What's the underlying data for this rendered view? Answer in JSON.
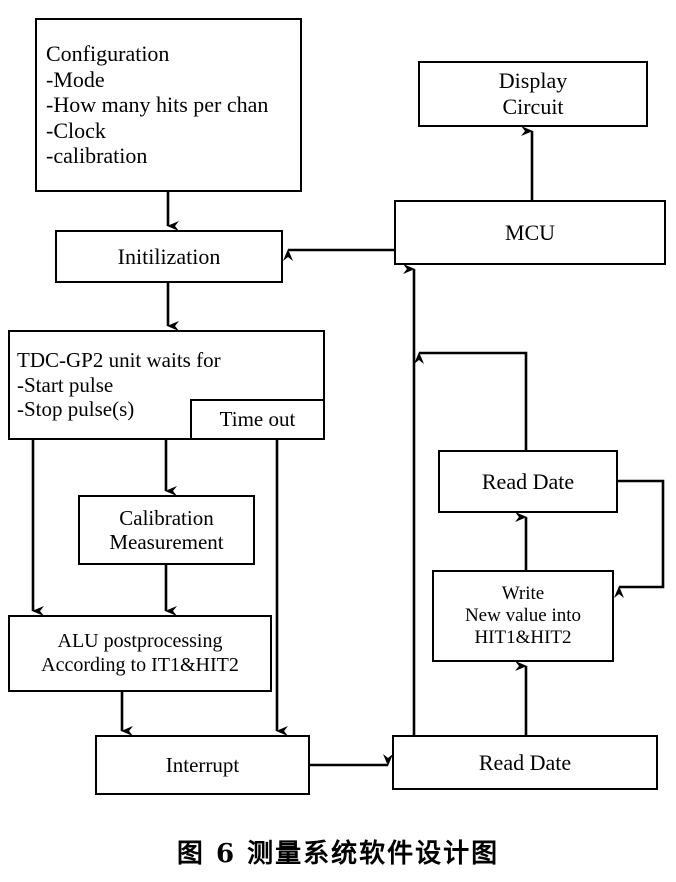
{
  "figure": {
    "caption": "图 6    测量系统软件设计图",
    "caption_number": "图 6",
    "caption_title": "测量系统软件设计图",
    "background_color": "#ffffff",
    "line_color": "#000000"
  },
  "nodes": {
    "configuration": {
      "title": "Configuration",
      "lines": [
        "Configuration",
        "-Mode",
        "-How many hits per chan",
        "-Clock",
        "-calibration"
      ]
    },
    "display_circuit": {
      "lines": [
        "Display",
        "Circuit"
      ]
    },
    "mcu": {
      "lines": [
        "MCU"
      ]
    },
    "initilization": {
      "lines": [
        "Initilization"
      ]
    },
    "tdc_gp2": {
      "lines": [
        "TDC-GP2 unit waits for",
        "-Start pulse",
        "-Stop pulse(s)"
      ]
    },
    "time_out": {
      "lines": [
        "Time out"
      ]
    },
    "read_date_top": {
      "lines": [
        "Read Date"
      ]
    },
    "calibration_measurement": {
      "lines": [
        "Calibration",
        "Measurement"
      ]
    },
    "write_hit": {
      "lines": [
        "Write",
        "New value into",
        "HIT1&HIT2"
      ]
    },
    "alu_postprocessing": {
      "lines": [
        "ALU postprocessing",
        "According to IT1&HIT2"
      ]
    },
    "interrupt": {
      "lines": [
        "Interrupt"
      ]
    },
    "read_date_bottom": {
      "lines": [
        "Read Date"
      ]
    }
  },
  "connectors": [
    {
      "id": "configuration-to-initilization",
      "from": "configuration",
      "to": "initilization",
      "style": "arrow-down"
    },
    {
      "id": "initilization-to-tdc",
      "from": "initilization",
      "to": "tdc_gp2",
      "style": "arrow-down"
    },
    {
      "id": "mcu-to-initilization",
      "from": "mcu",
      "to": "initilization",
      "style": "arrow-left"
    },
    {
      "id": "mcu-to-display",
      "from": "mcu",
      "to": "display_circuit",
      "style": "arrow-up"
    },
    {
      "id": "tdc-to-alu-left",
      "from": "tdc_gp2",
      "to": "alu_postprocessing",
      "style": "arrow-down"
    },
    {
      "id": "tdc-to-calibration",
      "from": "tdc_gp2",
      "to": "calibration_measurement",
      "style": "arrow-down"
    },
    {
      "id": "calibration-to-alu",
      "from": "calibration_measurement",
      "to": "alu_postprocessing",
      "style": "arrow-down"
    },
    {
      "id": "timeout-to-interrupt",
      "from": "time_out",
      "to": "interrupt",
      "style": "arrow-down"
    },
    {
      "id": "alu-to-interrupt",
      "from": "alu_postprocessing",
      "to": "interrupt",
      "style": "arrow-down"
    },
    {
      "id": "interrupt-to-read-date-bottom",
      "from": "interrupt",
      "to": "read_date_bottom",
      "style": "arrow-right"
    },
    {
      "id": "read-date-bottom-to-mcu",
      "from": "read_date_bottom",
      "to": "mcu",
      "style": "arrow-up"
    },
    {
      "id": "read-date-bottom-to-write",
      "from": "read_date_bottom",
      "to": "write_hit",
      "style": "arrow-up"
    },
    {
      "id": "write-to-read-date-top",
      "from": "write_hit",
      "to": "read_date_top",
      "style": "arrow-up"
    },
    {
      "id": "read-date-top-to-mcu-line",
      "from": "read_date_top",
      "to": "mcu",
      "style": "arrow-left"
    },
    {
      "id": "read-date-top-to-write-loop",
      "from": "read_date_top",
      "to": "write_hit",
      "style": "arrow-loop-right"
    }
  ]
}
